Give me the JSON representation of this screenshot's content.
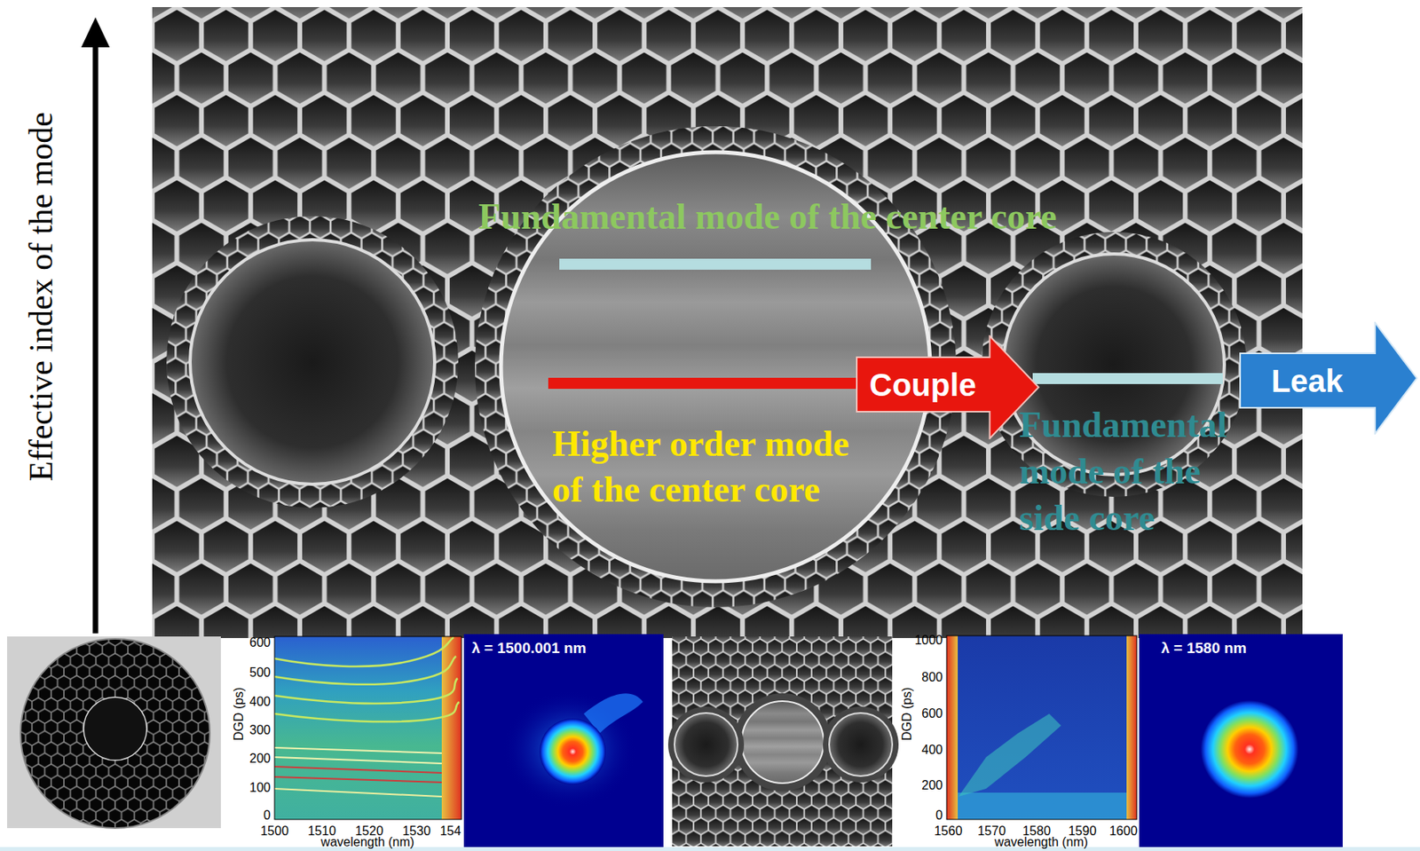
{
  "diagram": {
    "nodes": [
      {
        "text": [
          "Couple"
        ]
      },
      {
        "text": [
          "Leak"
        ]
      }
    ],
    "labels": [
      "Effective index of the mode",
      "Fundamental mode of the center core",
      "Higher order mode of the center core",
      "Fundamental mode of the side core",
      "600",
      "500",
      "400",
      "300",
      "200",
      "100",
      "0",
      "1500",
      "1510",
      "1520",
      "1530",
      "154",
      "DGD (ps)",
      "wavelength (nm)",
      "λ = 1500.001 nm",
      "1000",
      "800",
      "600",
      "400",
      "200",
      "0",
      "1560",
      "1570",
      "1580",
      "1590",
      "1600",
      "DGD (ps)",
      "wavelength (nm)",
      "λ = 1580 nm"
    ]
  }
}
